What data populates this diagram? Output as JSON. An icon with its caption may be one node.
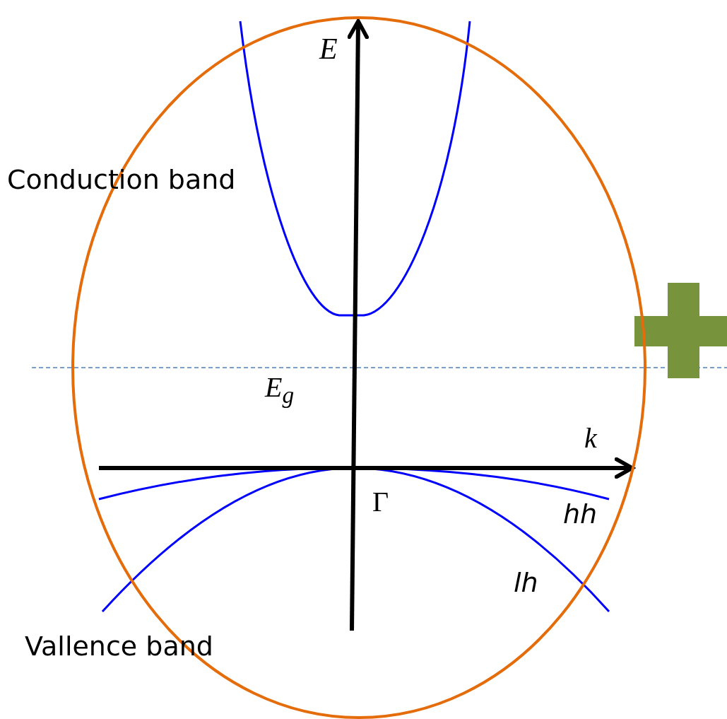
{
  "diagram": {
    "labels": [
      "E",
      "Conduction band",
      "E$_{g}$",
      "k",
      "Γ",
      "hh",
      "lh",
      "Vallence band"
    ]
  }
}
